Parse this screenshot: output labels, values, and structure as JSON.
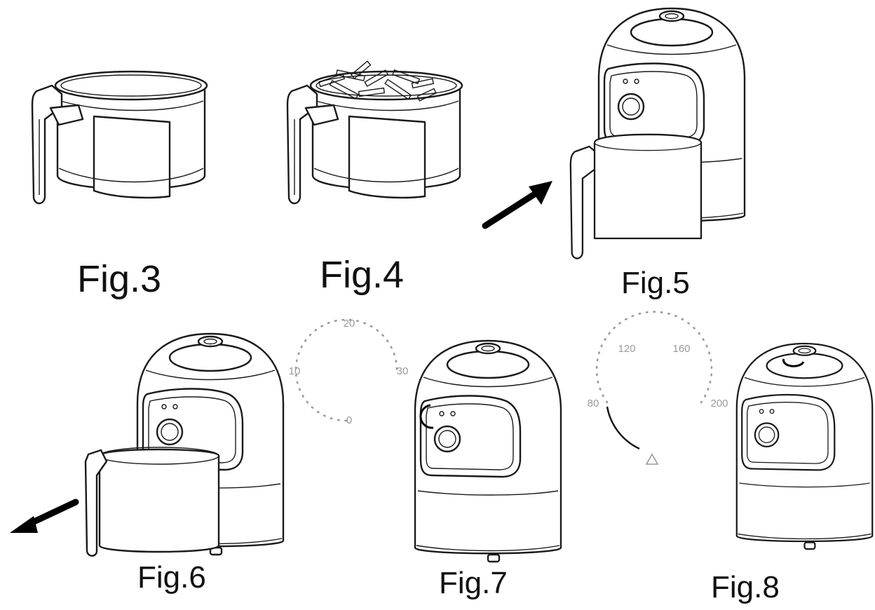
{
  "figures": [
    {
      "id": "fig3",
      "caption": "Fig.3"
    },
    {
      "id": "fig4",
      "caption": "Fig.4"
    },
    {
      "id": "fig5",
      "caption": "Fig.5"
    },
    {
      "id": "fig6",
      "caption": "Fig.6"
    },
    {
      "id": "fig7",
      "caption": "Fig.7"
    },
    {
      "id": "fig8",
      "caption": "Fig.8"
    }
  ],
  "timer_dial": {
    "labels": [
      "20",
      "10",
      "30",
      "0"
    ]
  },
  "temperature_dial": {
    "labels": [
      "120",
      "160",
      "80",
      "200"
    ]
  }
}
